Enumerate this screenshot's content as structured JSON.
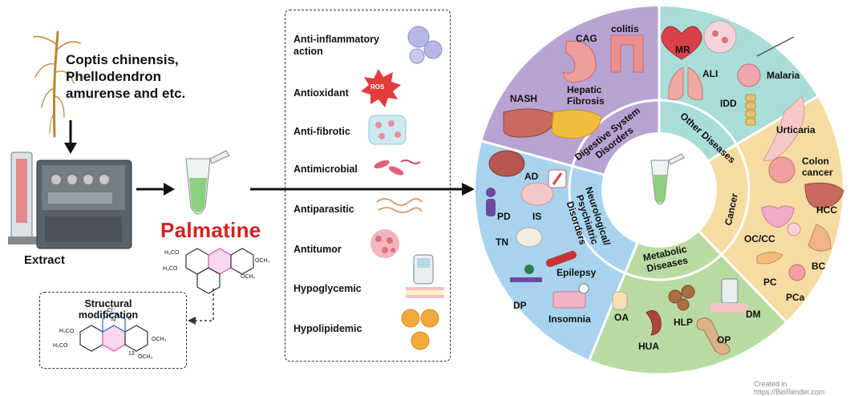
{
  "colors": {
    "digestive": "#b9a3d3",
    "other": "#a8ddd8",
    "cancer": "#f6dca2",
    "metabolic": "#b9dba2",
    "neuro": "#a7d3ee",
    "title_red": "#d62020",
    "arrow": "#1a1a1a"
  },
  "left": {
    "source_lines": [
      "Coptis chinensis,",
      "Phellodendron",
      "amurense and etc."
    ],
    "extract_label": "Extract",
    "compound_name": "Palmatine",
    "structural_label_1": "Structural",
    "structural_label_2": "modification",
    "structure_labels": {
      "h3co_a": "H₃CO",
      "h3co_b": "H₃CO",
      "och3_a": "OCH₃",
      "och3_b": "OCH₃",
      "m_h3co_a": "H₃CO",
      "m_h3co_b": "H₃CO",
      "m_och3_a": "OCH₃",
      "m_och3_b": "OCH₃",
      "cl": "Cl⁻",
      "n": "N",
      "n8": "8",
      "n13": "13"
    }
  },
  "activities": [
    {
      "line1": "Anti-inflammatory",
      "line2": "action"
    },
    {
      "line1": "Antioxidant",
      "line2": ""
    },
    {
      "line1": "Anti-fibrotic",
      "line2": ""
    },
    {
      "line1": "Antimicrobial",
      "line2": ""
    },
    {
      "line1": "Antiparasitic",
      "line2": ""
    },
    {
      "line1": "Antitumor",
      "line2": ""
    },
    {
      "line1": "Hypoglycemic",
      "line2": ""
    },
    {
      "line1": "Hypolipidemic",
      "line2": ""
    }
  ],
  "ros_label": "ROS",
  "wheel": {
    "categories": {
      "digestive": [
        "Digestive System",
        "Disorders"
      ],
      "other": "Other Diseases",
      "cancer": "Cancer",
      "metabolic": [
        "Metabolic",
        "Diseases"
      ],
      "neuro": [
        "Neurological/",
        "Psychiatric",
        "Disorders"
      ]
    },
    "digestive_items": {
      "colitis": "colitis",
      "cag": "CAG",
      "nash": "NASH",
      "hepatic1": "Hepatic",
      "hepatic2": "Fibrosis"
    },
    "other_items": {
      "mr": "MR",
      "ali": "ALI",
      "malaria": "Malaria",
      "idd": "IDD",
      "urticaria": "Urticaria"
    },
    "cancer_items": {
      "colon1": "Colon",
      "colon2": "cancer",
      "hcc": "HCC",
      "occc": "OC/CC",
      "bc": "BC",
      "pc": "PC",
      "pca": "PCa"
    },
    "metabolic_items": {
      "dm": "DM",
      "hlp": "HLP",
      "oa": "OA",
      "hua": "HUA",
      "op": "OP"
    },
    "neuro_items": {
      "ad": "AD",
      "pd": "PD",
      "is": "IS",
      "tn": "TN",
      "epilepsy": "Epilepsy",
      "dp": "DP",
      "insomnia": "Insomnia"
    }
  },
  "credit": "Created in  https://BioRender.com"
}
